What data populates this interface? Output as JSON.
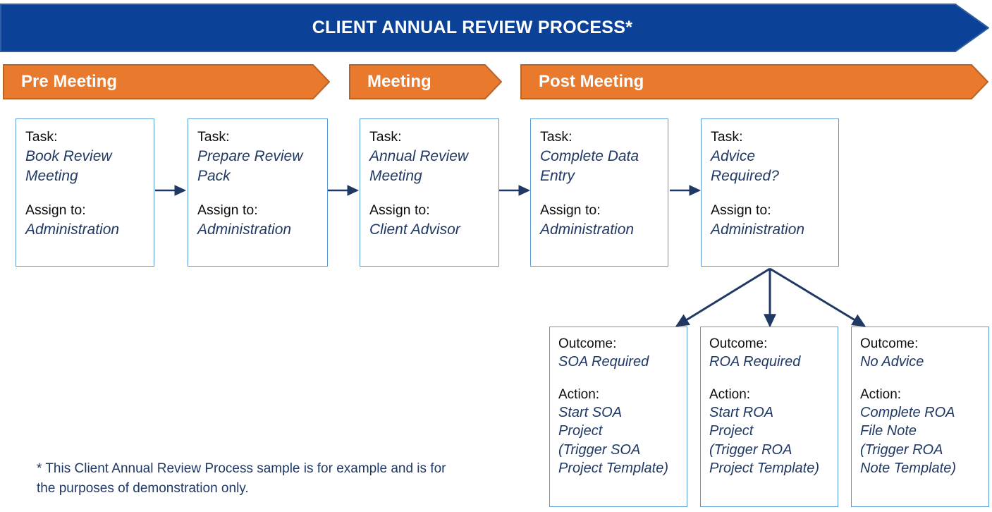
{
  "header": {
    "title": "CLIENT ANNUAL REVIEW PROCESS*",
    "banner_color": "#0B4197",
    "banner_border_color": "#2E5FA3"
  },
  "phases": [
    {
      "label": "Pre Meeting"
    },
    {
      "label": "Meeting"
    },
    {
      "label": "Post Meeting"
    }
  ],
  "phase_style": {
    "fill": "#E8792D",
    "border": "#B5652A",
    "text_color": "#FFFFFF"
  },
  "task_label": "Task:",
  "assign_label": "Assign to:",
  "outcome_label": "Outcome:",
  "action_label": "Action:",
  "tasks": [
    {
      "task_label": "Task:",
      "task_value": "Book Review\nMeeting",
      "assign_label": "Assign to:",
      "assign_value": "Administration"
    },
    {
      "task_label": "Task:",
      "task_value": "Prepare Review\nPack",
      "assign_label": "Assign to:",
      "assign_value": "Administration"
    },
    {
      "task_label": "Task:",
      "task_value": "Annual Review\nMeeting",
      "assign_label": "Assign to:",
      "assign_value": "Client Advisor"
    },
    {
      "task_label": "Task:",
      "task_value": "Complete Data\nEntry",
      "assign_label": "Assign to:",
      "assign_value": "Administration"
    },
    {
      "task_label": "Task:",
      "task_value": "Advice\nRequired?",
      "assign_label": "Assign to:",
      "assign_value": "Administration"
    }
  ],
  "outcomes": [
    {
      "outcome_label": "Outcome:",
      "outcome_value": "SOA Required",
      "action_label": "Action:",
      "action_value": "Start SOA\nProject\n(Trigger SOA\nProject Template)"
    },
    {
      "outcome_label": "Outcome:",
      "outcome_value": "ROA Required",
      "action_label": "Action:",
      "action_value": "Start ROA\nProject\n(Trigger ROA\nProject Template)"
    },
    {
      "outcome_label": "Outcome:",
      "outcome_value": "No Advice",
      "action_label": "Action:",
      "action_value": "Complete ROA\nFile Note\n(Trigger ROA\nNote Template)"
    }
  ],
  "footnote": "* This Client Annual Review Process sample is for example and is for the purposes of demonstration only.",
  "colors": {
    "box_border": "#5B9BD5",
    "value_text": "#1F3864",
    "label_text": "#0D0D0D",
    "connector": "#203864"
  }
}
